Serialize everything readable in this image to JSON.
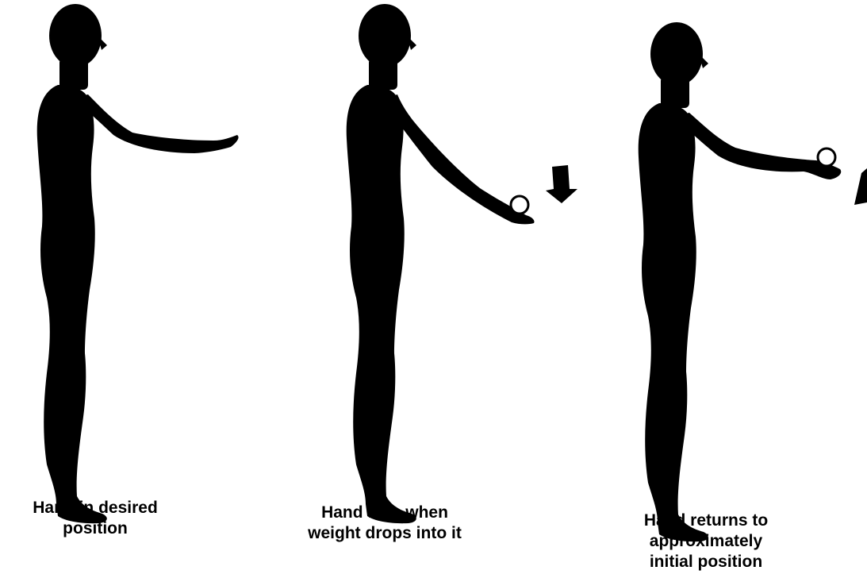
{
  "colors": {
    "figure": "#000000",
    "background": "#ffffff",
    "ball_fill": "#ffffff",
    "ball_stroke": "#000000"
  },
  "panels": [
    {
      "id": "initial",
      "caption_lines": [
        "Hand in desired",
        "position"
      ],
      "has_ball": false,
      "arrow": "none"
    },
    {
      "id": "falls",
      "caption_lines": [
        "Hand falls when",
        "weight drops into it"
      ],
      "has_ball": true,
      "arrow": "down-arrow-icon"
    },
    {
      "id": "returns",
      "caption_lines": [
        "Hand returns to",
        "approximately",
        "initial position"
      ],
      "has_ball": true,
      "arrow": "up-arrow-icon"
    }
  ]
}
